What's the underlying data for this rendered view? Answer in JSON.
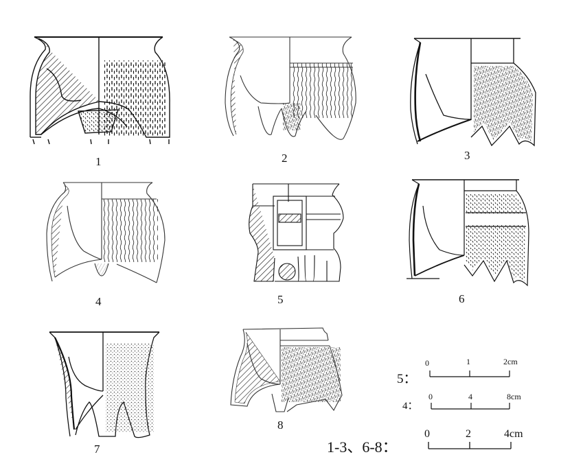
{
  "figures": [
    {
      "number": "1"
    },
    {
      "number": "2"
    },
    {
      "number": "3"
    },
    {
      "number": "4"
    },
    {
      "number": "5"
    },
    {
      "number": "6"
    },
    {
      "number": "7"
    },
    {
      "number": "8"
    }
  ],
  "scale_bars": [
    {
      "label": "5：",
      "ticks": [
        "0",
        "1",
        "2cm"
      ]
    },
    {
      "label": "4：",
      "ticks": [
        "0",
        "4",
        "8cm"
      ]
    },
    {
      "label": "1-3、6-8：",
      "ticks": [
        "0",
        "2",
        "4cm"
      ]
    }
  ],
  "colors": {
    "ink": "#111111",
    "paper": "#ffffff"
  }
}
